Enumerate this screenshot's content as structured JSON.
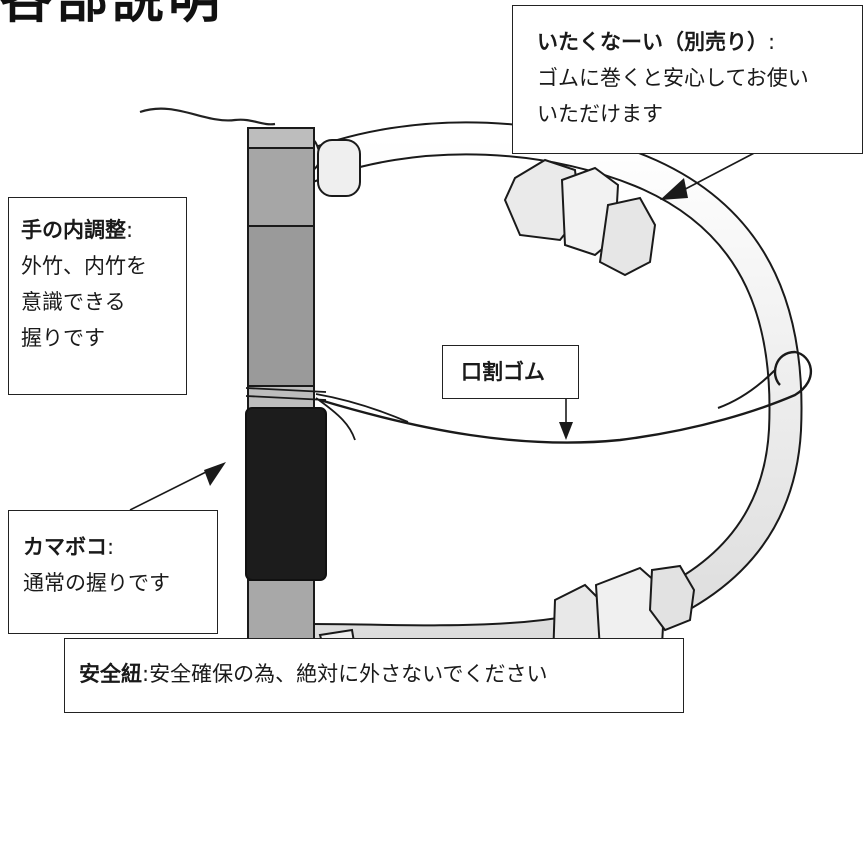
{
  "title": "各部説明",
  "callouts": {
    "itakunai": {
      "heading": "いたくなーい（別売り）",
      "sep": ":",
      "lines": [
        "ゴムに巻くと安心してお使い",
        "いただけます"
      ]
    },
    "tenouchi": {
      "heading": "手の内調整",
      "sep": ":",
      "lines": [
        "外竹、内竹を",
        "意識できる",
        "握りです"
      ]
    },
    "kuchiwari": {
      "heading": "口割ゴム"
    },
    "kamaboko": {
      "heading": "カマボコ",
      "sep": ":",
      "lines": [
        "通常の握りです"
      ]
    },
    "anzenhimo": {
      "heading": "安全紐",
      "sep": ":",
      "text": "安全確保の為、絶対に外さないでください"
    }
  },
  "colors": {
    "grip_wood": "#9a9a9a",
    "grip_tape": "#1c1c1c",
    "tube": "#f4f4f4",
    "outline": "#1a1a1a"
  }
}
